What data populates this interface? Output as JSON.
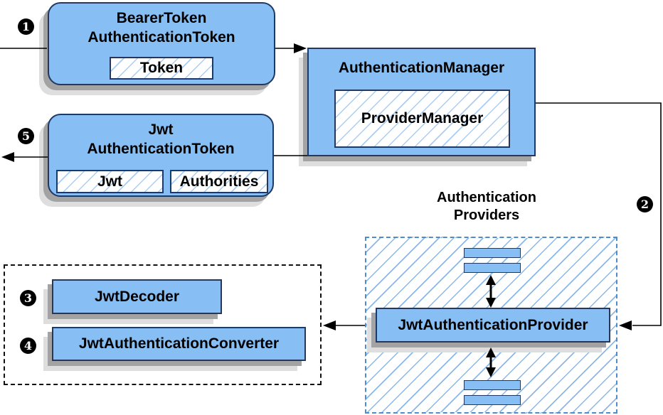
{
  "badges": {
    "one": "1",
    "two": "2",
    "three": "3",
    "four": "4",
    "five": "5"
  },
  "boxes": {
    "bearer_token": {
      "title_line1": "BearerToken",
      "title_line2": "AuthenticationToken",
      "token_chip": "Token"
    },
    "authentication_manager": {
      "title": "AuthenticationManager",
      "provider_manager_chip": "ProviderManager"
    },
    "jwt_authentication_token": {
      "title_line1": "Jwt",
      "title_line2": "AuthenticationToken",
      "jwt_chip": "Jwt",
      "authorities_chip": "Authorities"
    },
    "providers_group": {
      "label_line1": "Authentication",
      "label_line2": "Providers"
    },
    "jwt_authentication_provider": {
      "title": "JwtAuthenticationProvider"
    },
    "jwt_decoder": {
      "title": "JwtDecoder"
    },
    "jwt_authentication_converter": {
      "title": "JwtAuthenticationConverter"
    }
  },
  "colors": {
    "node_fill": "#87bef3",
    "node_border": "#1f3864",
    "hatch_line": "#abcdf2",
    "dashed_blue_border": "#4e8ccd",
    "dashed_black_border": "#111111",
    "arrow": "#000000",
    "badge_bg": "#000000",
    "badge_text": "#ffffff"
  }
}
